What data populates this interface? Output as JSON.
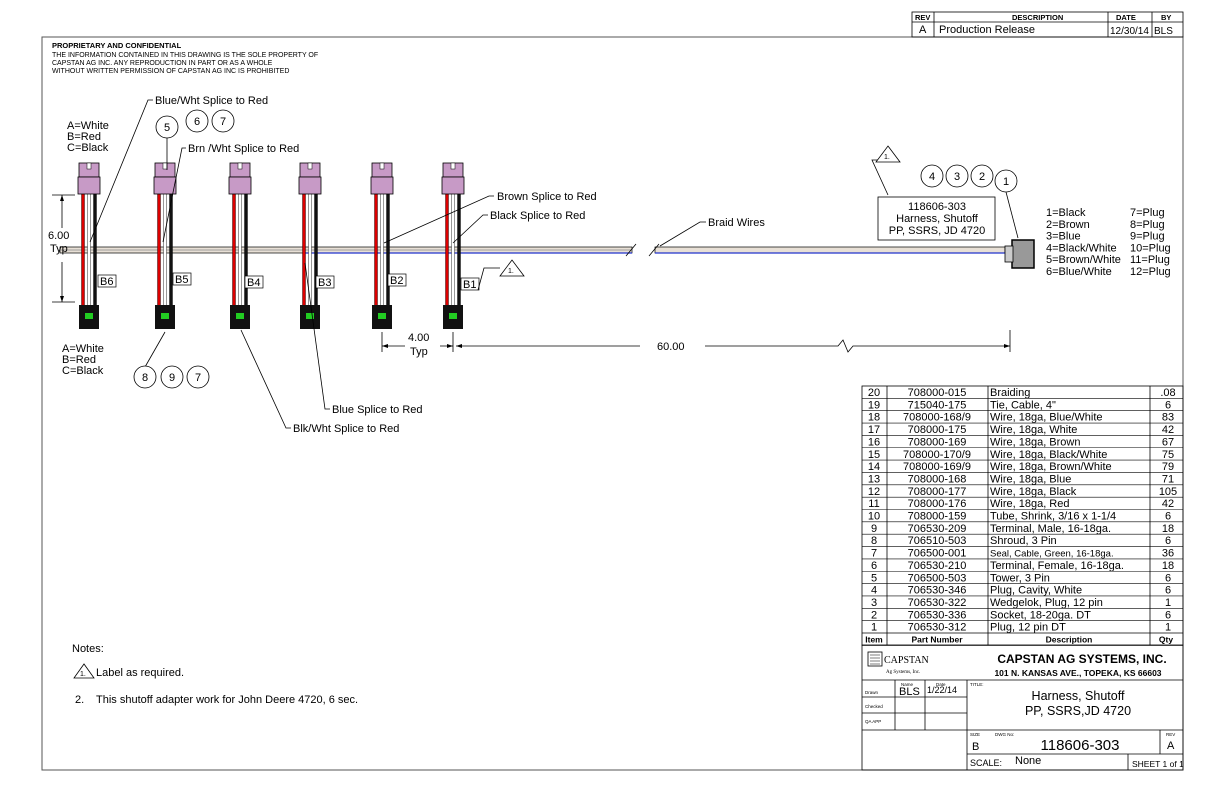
{
  "notice": {
    "title": "PROPRIETARY AND CONFIDENTIAL",
    "lines": [
      "THE INFORMATION CONTAINED IN THIS DRAWING IS THE SOLE PROPERTY OF",
      "CAPSTAN AG INC. ANY REPRODUCTION IN PART OR AS A WHOLE",
      "WITHOUT WRITTEN PERMISSION OF CAPSTAN AG INC IS PROHIBITED"
    ]
  },
  "revision": {
    "headers": [
      "REV",
      "DESCRIPTION",
      "DATE",
      "BY"
    ],
    "row": [
      "A",
      "Production Release",
      "12/30/14",
      "BLS"
    ]
  },
  "drawing": {
    "pin_legend_top": [
      "A=White",
      "B=Red",
      "C=Black"
    ],
    "pin_legend_bottom": [
      "A=White",
      "B=Red",
      "C=Black"
    ],
    "leaders": {
      "blue_wht": "Blue/Wht Splice to Red",
      "brn_wht": "Brn /Wht Splice to Red",
      "brown": "Brown Splice to Red",
      "black": "Black Splice to Red",
      "blue": "Blue Splice to Red",
      "blk_wht": "Blk/Wht Splice to Red",
      "braid": "Braid Wires"
    },
    "branch_labels": [
      "B6",
      "B5",
      "B4",
      "B3",
      "B2",
      "B1"
    ],
    "balloons_top": [
      "5",
      "6",
      "7"
    ],
    "balloons_bottom": [
      "8",
      "9",
      "7"
    ],
    "balloons_right": [
      "4",
      "3",
      "2",
      "1"
    ],
    "label_flag": "1.",
    "dims": {
      "vertical_value": "6.00",
      "vertical_note": "Typ",
      "spacing_value": "4.00",
      "spacing_note": "Typ",
      "length_value": "60.00"
    },
    "callout": [
      "118606-303",
      "Harness, Shutoff",
      "PP, SSRS, JD 4720"
    ],
    "pinout_left": [
      "1=Black",
      "2=Brown",
      "3=Blue",
      "4=Black/White",
      "5=Brown/White",
      "6=Blue/White"
    ],
    "pinout_right": [
      "7=Plug",
      "8=Plug",
      "9=Plug",
      "10=Plug",
      "11=Plug",
      "12=Plug"
    ],
    "colors": {
      "connector_top": "#c79ac6",
      "connector_bottom": "#111111",
      "latch": "#22cc22",
      "red_wire": "#dd0000",
      "blue_wire": "#2233cc"
    }
  },
  "bom": {
    "headers": [
      "Item",
      "Part Number",
      "Description",
      "Qty"
    ],
    "rows": [
      [
        "20",
        "708000-015",
        "Braiding",
        ".08"
      ],
      [
        "19",
        "715040-175",
        "Tie, Cable, 4\"",
        "6"
      ],
      [
        "18",
        "708000-168/9",
        "Wire, 18ga, Blue/White",
        "83"
      ],
      [
        "17",
        "708000-175",
        "Wire, 18ga, White",
        "42"
      ],
      [
        "16",
        "708000-169",
        "Wire, 18ga, Brown",
        "67"
      ],
      [
        "15",
        "708000-170/9",
        "Wire, 18ga, Black/White",
        "75"
      ],
      [
        "14",
        "708000-169/9",
        "Wire, 18ga, Brown/White",
        "79"
      ],
      [
        "13",
        "708000-168",
        "Wire, 18ga, Blue",
        "71"
      ],
      [
        "12",
        "708000-177",
        "Wire, 18ga, Black",
        "105"
      ],
      [
        "11",
        "708000-176",
        "Wire, 18ga, Red",
        "42"
      ],
      [
        "10",
        "708000-159",
        "Tube, Shrink, 3/16 x 1-1/4",
        "6"
      ],
      [
        "9",
        "706530-209",
        "Terminal, Male, 16-18ga.",
        "18"
      ],
      [
        "8",
        "706510-503",
        "Shroud, 3 Pin",
        "6"
      ],
      [
        "7",
        "706500-001",
        "Seal, Cable, Green, 16-18ga.",
        "36"
      ],
      [
        "6",
        "706530-210",
        "Terminal, Female, 16-18ga.",
        "18"
      ],
      [
        "5",
        "706500-503",
        "Tower, 3 Pin",
        "6"
      ],
      [
        "4",
        "706530-346",
        "Plug, Cavity, White",
        "6"
      ],
      [
        "3",
        "706530-322",
        "Wedgelok, Plug, 12 pin",
        "1"
      ],
      [
        "2",
        "706530-336",
        "Socket, 18-20ga. DT",
        "6"
      ],
      [
        "1",
        "706530-312",
        "Plug, 12 pin DT",
        "1"
      ]
    ]
  },
  "title_block": {
    "logo": "CAPSTAN",
    "logo_sub": "Ag Systems, Inc.",
    "company": "CAPSTAN AG SYSTEMS, INC.",
    "address": "101 N. KANSAS AVE., TOPEKA, KS 66603",
    "name_label": "Name",
    "date_label": "Date",
    "drawn_label": "Drawn",
    "checked_label": "Checked",
    "qa_label": "QA APP",
    "drawn_name": "BLS",
    "drawn_date": "1/22/14",
    "title_label": "TITLE:",
    "title_lines": [
      "Harness, Shutoff",
      "PP, SSRS,JD 4720"
    ],
    "size_label": "SIZE",
    "size": "B",
    "dwg_label": "DWG No:",
    "dwg_no": "118606-303",
    "rev_label": "REV",
    "rev": "A",
    "scale_label": "SCALE:",
    "scale": "None",
    "sheet": "SHEET 1 of 1"
  },
  "notes": {
    "heading": "Notes:",
    "items": [
      {
        "marker": "1.",
        "text": "Label as required."
      },
      {
        "marker": "2.",
        "text": "This shutoff adapter work for John Deere 4720, 6 sec."
      }
    ]
  }
}
